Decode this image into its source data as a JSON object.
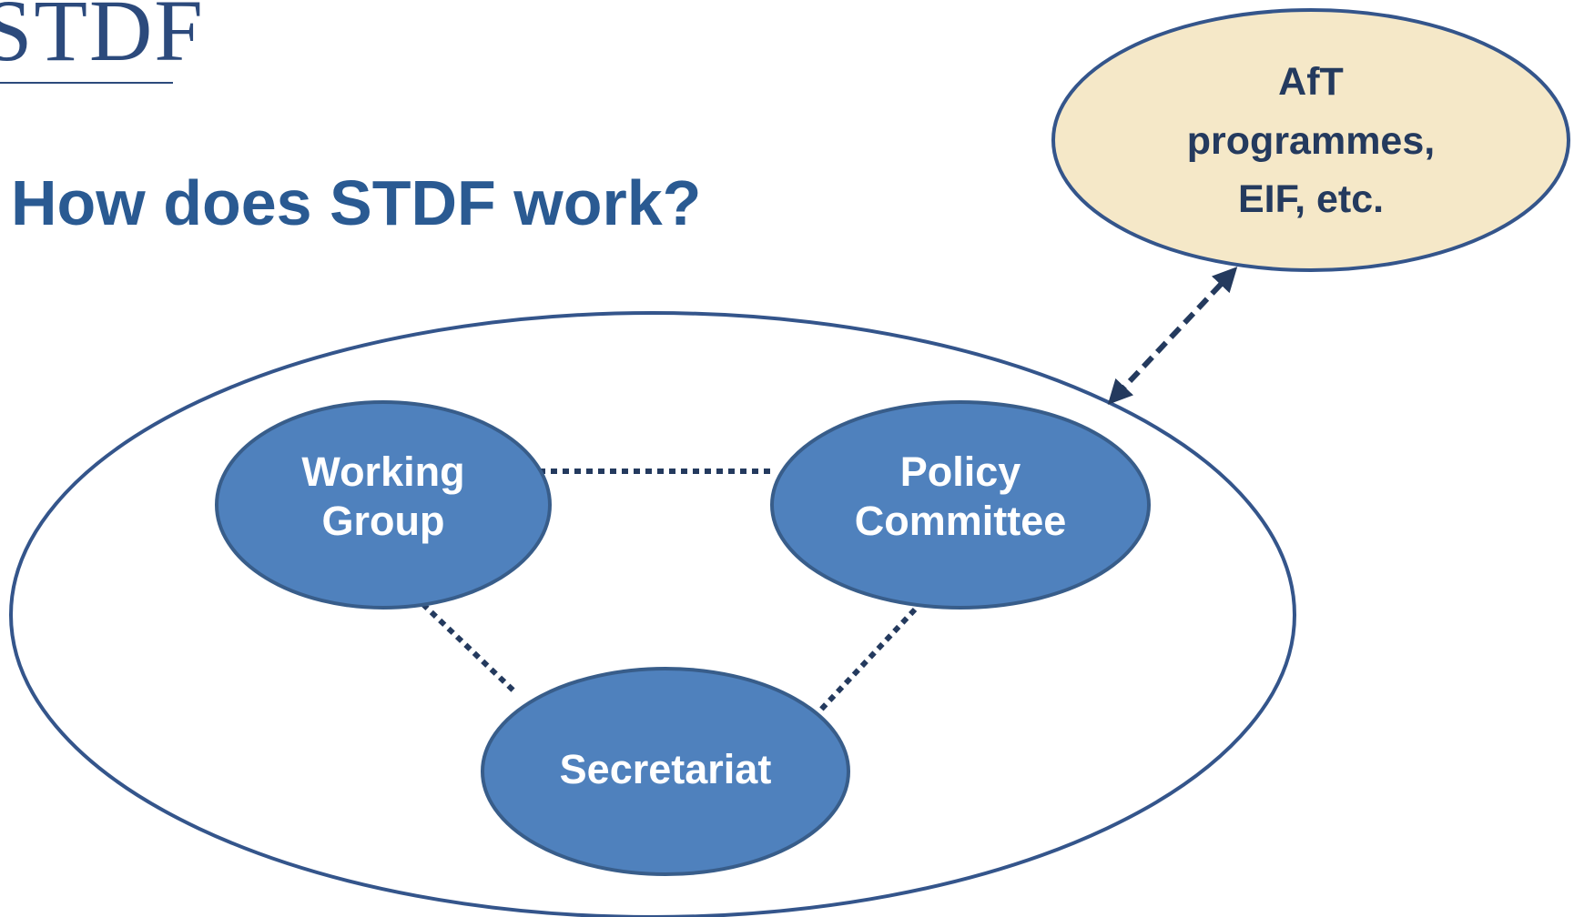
{
  "logo": {
    "text": "STDF"
  },
  "title": "How does STDF work?",
  "nodes": {
    "working_group": "Working\nGroup",
    "policy_committee": "Policy\nCommittee",
    "secretariat": "Secretariat",
    "aft": "AfT\nprogrammes,\nEIF, etc."
  },
  "colors": {
    "node_fill": "#4f81bd",
    "node_stroke": "#385d8a",
    "aft_fill": "#f5e8c8",
    "outline": "#34558b",
    "title": "#2a5a92",
    "connector": "#243a5e"
  }
}
